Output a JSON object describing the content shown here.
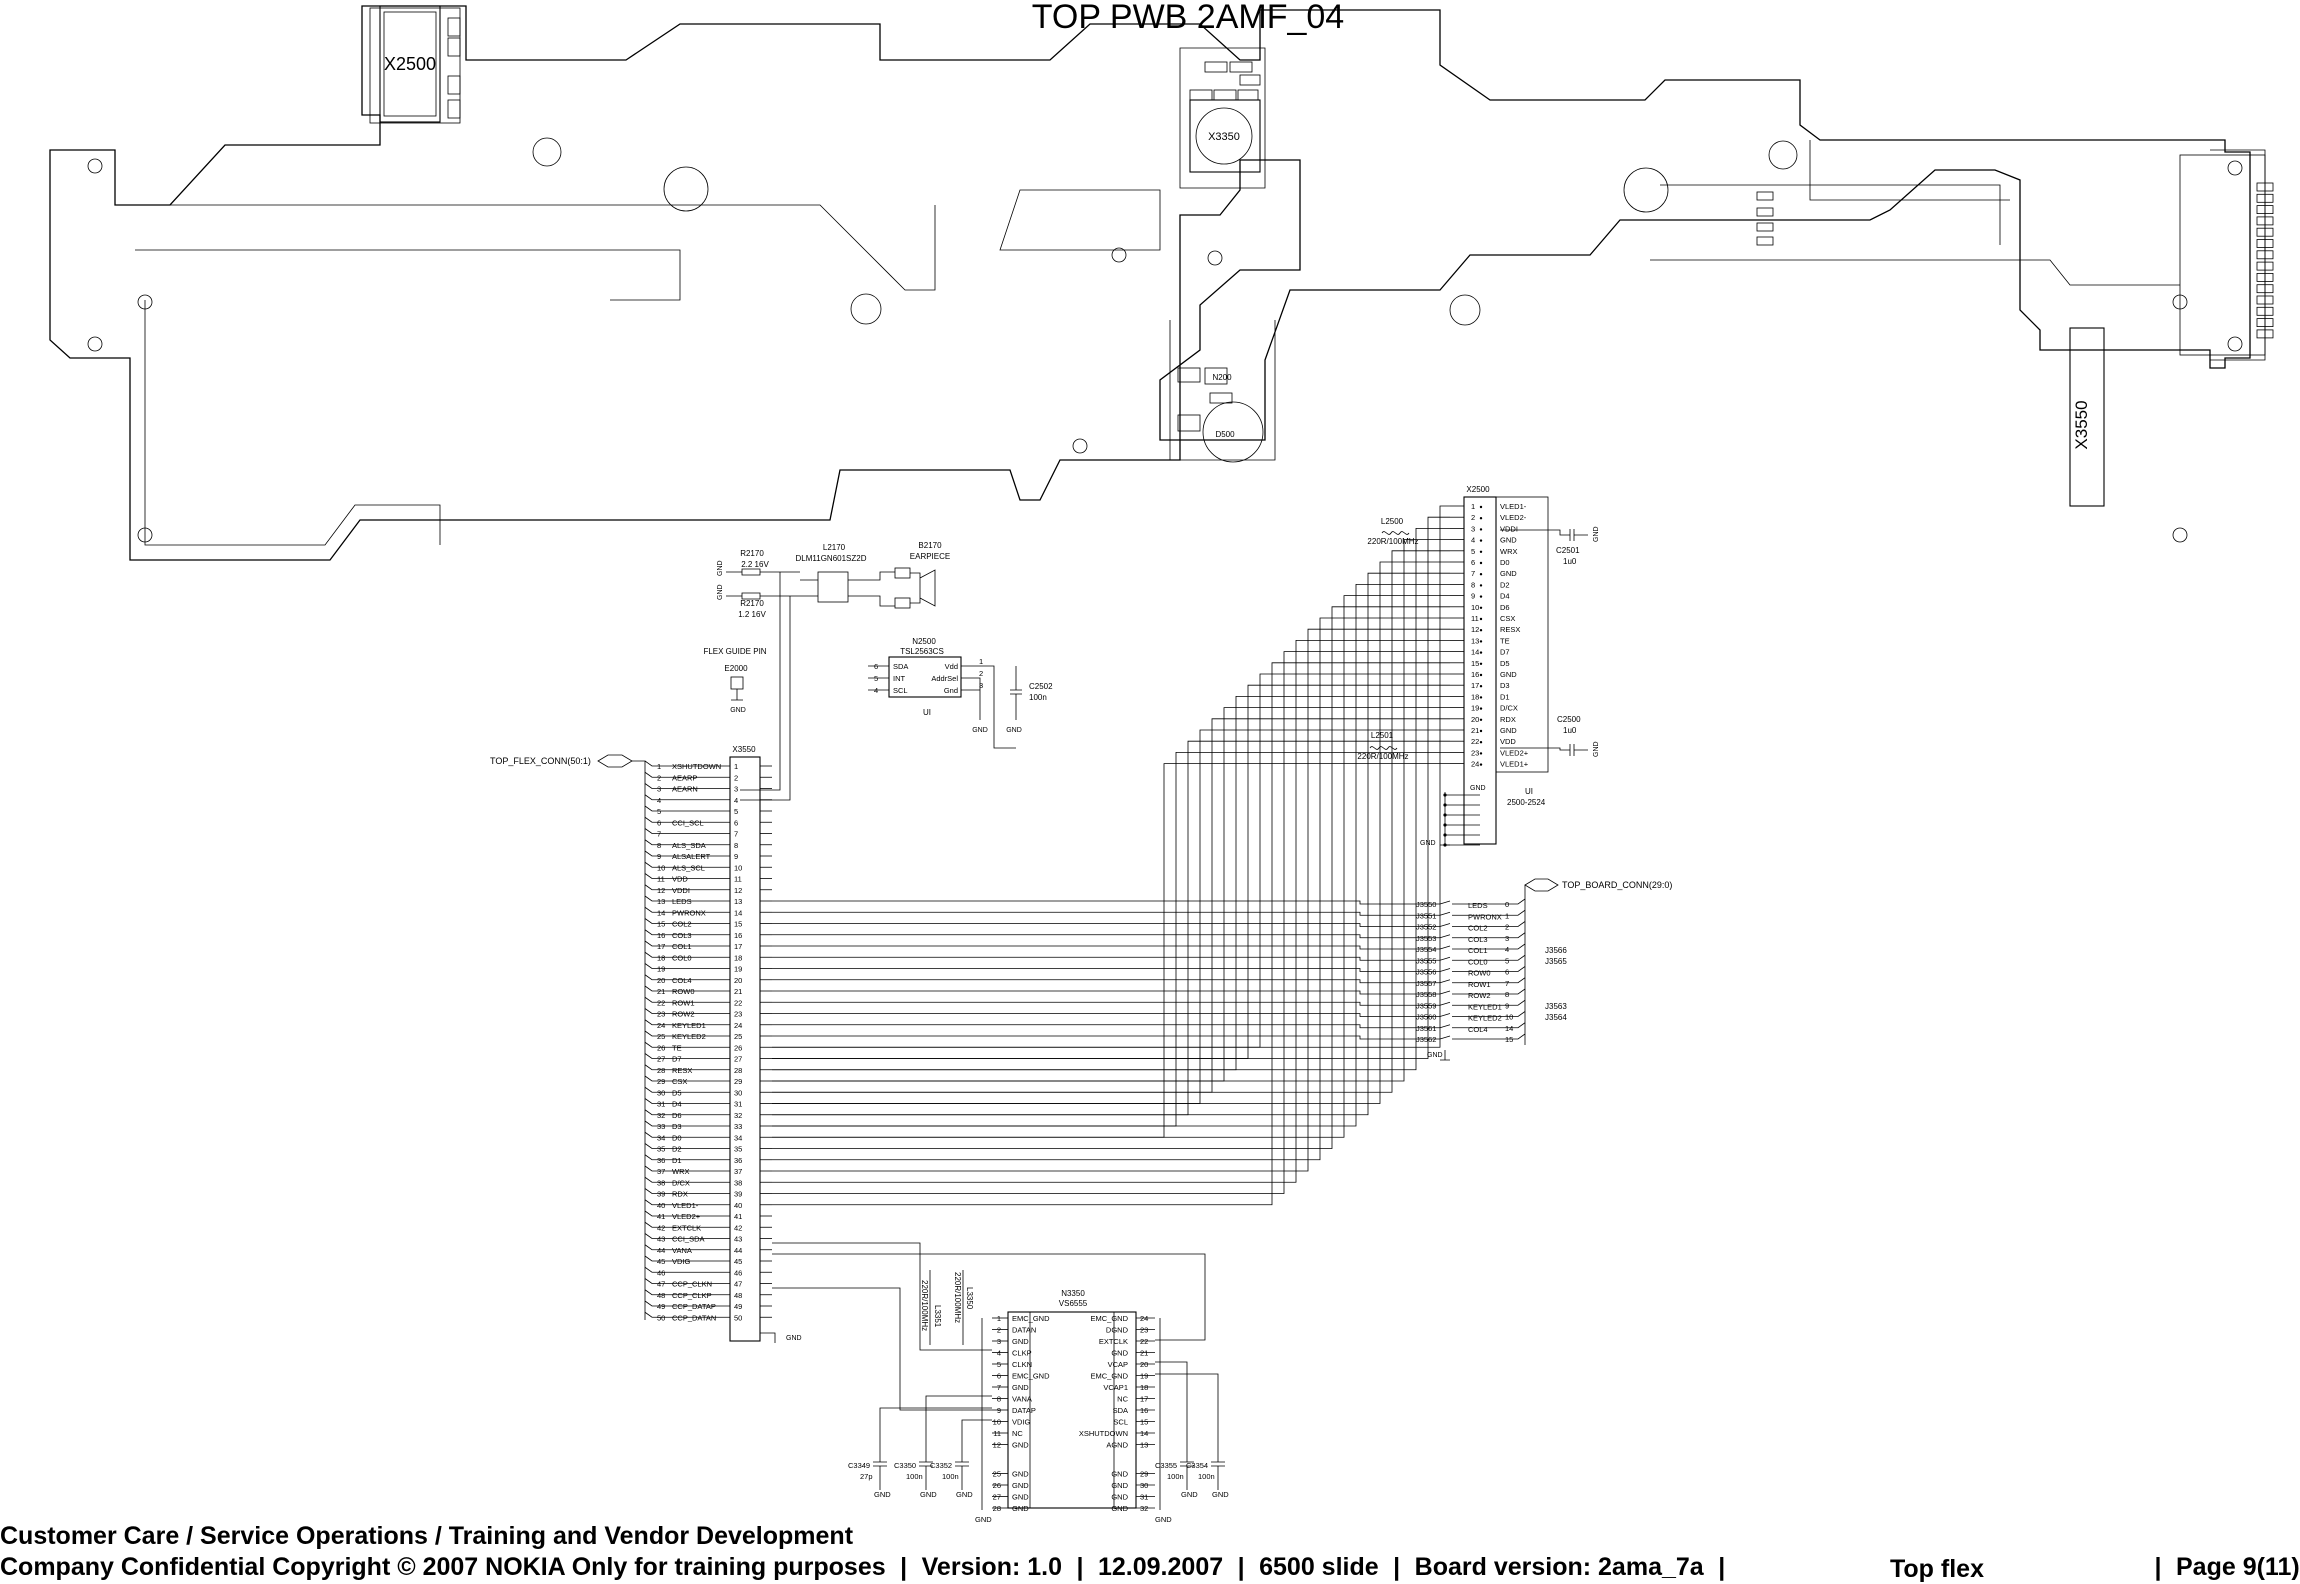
{
  "title": "TOP PWB 2AMF_04",
  "pwb_labels": {
    "x2500": "X2500",
    "x3550": "X3550",
    "x3350": "X3350",
    "d500": "D500",
    "n200": "N200"
  },
  "nets": {
    "flex_conn": "TOP_FLEX_CONN(50:1)",
    "board_conn": "TOP_BOARD_CONN(29:0)"
  },
  "components": {
    "r2170a": {
      "ref": "R2170",
      "value": "2.2 16V"
    },
    "r2170b": {
      "ref": "R2170",
      "value": "1.2 16V"
    },
    "l2170": {
      "ref": "L2170",
      "value": "DLM11GN601SZ2D"
    },
    "b2170": {
      "ref": "B2170",
      "value": "EARPIECE"
    },
    "flex_guide": {
      "label": "FLEX GUIDE PIN",
      "ref": "E2000",
      "gnd": "GND"
    },
    "n2500": {
      "ref": "N2500",
      "value": "TSL2563CS",
      "unit": "UI",
      "left_pins": [
        {
          "num": "6",
          "name": "SDA"
        },
        {
          "num": "5",
          "name": "INT"
        },
        {
          "num": "4",
          "name": "SCL"
        }
      ],
      "right_pins": [
        {
          "num": "1",
          "name": "Vdd"
        },
        {
          "num": "2",
          "name": "AddrSel"
        },
        {
          "num": "3",
          "name": "Gnd"
        }
      ]
    },
    "c2502": {
      "ref": "C2502",
      "value": "100n"
    },
    "x2500": {
      "ref": "X2500",
      "unit": "UI",
      "range": "2500-2524"
    },
    "l2500": {
      "ref": "L2500",
      "value": "220R/100MHz"
    },
    "l2501": {
      "ref": "L2501",
      "value": "220R/100MHz"
    },
    "c2501": {
      "ref": "C2501",
      "value": "1u0"
    },
    "c2500": {
      "ref": "C2500",
      "value": "1u0"
    },
    "x3550": {
      "ref": "X3550"
    },
    "n3350": {
      "ref": "N3350",
      "value": "VS6555"
    },
    "l3351": {
      "ref": "L3351",
      "value": "220R/100MHz"
    },
    "l3350": {
      "ref": "L3350",
      "value": "220R/100MHz"
    },
    "caps_bottom": [
      {
        "ref": "C3349",
        "value": "27p"
      },
      {
        "ref": "C3350",
        "value": "100n"
      },
      {
        "ref": "C3352",
        "value": "100n"
      },
      {
        "ref": "C3355",
        "value": "100n"
      },
      {
        "ref": "C3354",
        "value": "100n"
      }
    ]
  },
  "x2500_pins": [
    {
      "num": "1",
      "name": "VLED1-"
    },
    {
      "num": "2",
      "name": "VLED2-"
    },
    {
      "num": "3",
      "name": "VDDI"
    },
    {
      "num": "4",
      "name": "GND"
    },
    {
      "num": "5",
      "name": "WRX"
    },
    {
      "num": "6",
      "name": "D0"
    },
    {
      "num": "7",
      "name": "GND"
    },
    {
      "num": "8",
      "name": "D2"
    },
    {
      "num": "9",
      "name": "D4"
    },
    {
      "num": "10",
      "name": "D6"
    },
    {
      "num": "11",
      "name": "CSX"
    },
    {
      "num": "12",
      "name": "RESX"
    },
    {
      "num": "13",
      "name": "TE"
    },
    {
      "num": "14",
      "name": "D7"
    },
    {
      "num": "15",
      "name": "D5"
    },
    {
      "num": "16",
      "name": "GND"
    },
    {
      "num": "17",
      "name": "D3"
    },
    {
      "num": "18",
      "name": "D1"
    },
    {
      "num": "19",
      "name": "D/CX"
    },
    {
      "num": "20",
      "name": "RDX"
    },
    {
      "num": "21",
      "name": "GND"
    },
    {
      "num": "22",
      "name": "VDD"
    },
    {
      "num": "23",
      "name": "VLED2+"
    },
    {
      "num": "24",
      "name": "VLED1+"
    }
  ],
  "flex_signals": [
    {
      "num": "1",
      "name": "XSHUTDOWN"
    },
    {
      "num": "2",
      "name": "AEARP"
    },
    {
      "num": "3",
      "name": "AEARN"
    },
    {
      "num": "4",
      "name": ""
    },
    {
      "num": "5",
      "name": ""
    },
    {
      "num": "6",
      "name": "CCI_SCL"
    },
    {
      "num": "7",
      "name": ""
    },
    {
      "num": "8",
      "name": "ALS_SDA"
    },
    {
      "num": "9",
      "name": "ALSALERT"
    },
    {
      "num": "10",
      "name": "ALS_SCL"
    },
    {
      "num": "11",
      "name": "VDD"
    },
    {
      "num": "12",
      "name": "VDDI"
    },
    {
      "num": "13",
      "name": "LEDS"
    },
    {
      "num": "14",
      "name": "PWRONX"
    },
    {
      "num": "15",
      "name": "COL2"
    },
    {
      "num": "16",
      "name": "COL3"
    },
    {
      "num": "17",
      "name": "COL1"
    },
    {
      "num": "18",
      "name": "COL0"
    },
    {
      "num": "19",
      "name": ""
    },
    {
      "num": "20",
      "name": "COL4"
    },
    {
      "num": "21",
      "name": "ROW0"
    },
    {
      "num": "22",
      "name": "ROW1"
    },
    {
      "num": "23",
      "name": "ROW2"
    },
    {
      "num": "24",
      "name": "KEYLED1"
    },
    {
      "num": "25",
      "name": "KEYLED2"
    },
    {
      "num": "26",
      "name": "TE"
    },
    {
      "num": "27",
      "name": "D7"
    },
    {
      "num": "28",
      "name": "RESX"
    },
    {
      "num": "29",
      "name": "CSX"
    },
    {
      "num": "30",
      "name": "D5"
    },
    {
      "num": "31",
      "name": "D4"
    },
    {
      "num": "32",
      "name": "D6"
    },
    {
      "num": "33",
      "name": "D3"
    },
    {
      "num": "34",
      "name": "D0"
    },
    {
      "num": "35",
      "name": "D2"
    },
    {
      "num": "36",
      "name": "D1"
    },
    {
      "num": "37",
      "name": "WRX"
    },
    {
      "num": "38",
      "name": "D/CX"
    },
    {
      "num": "39",
      "name": "RDX"
    },
    {
      "num": "40",
      "name": "VLED1-"
    },
    {
      "num": "41",
      "name": "VLED2+"
    },
    {
      "num": "42",
      "name": "EXTCLK"
    },
    {
      "num": "43",
      "name": "CCI_SDA"
    },
    {
      "num": "44",
      "name": "VANA"
    },
    {
      "num": "45",
      "name": "VDIG"
    },
    {
      "num": "46",
      "name": ""
    },
    {
      "num": "47",
      "name": "CCP_CLKN"
    },
    {
      "num": "48",
      "name": "CCP_CLKP"
    },
    {
      "num": "49",
      "name": "CCP_DATAP"
    },
    {
      "num": "50",
      "name": "CCP_DATAN"
    }
  ],
  "board_signals": [
    {
      "ref": "J3550",
      "name": "LEDS",
      "num": "0"
    },
    {
      "ref": "J3551",
      "name": "PWRONX",
      "num": "1"
    },
    {
      "ref": "J3552",
      "name": "COL2",
      "num": "2"
    },
    {
      "ref": "J3553",
      "name": "COL3",
      "num": "3"
    },
    {
      "ref": "J3554",
      "name": "COL1",
      "num": "4"
    },
    {
      "ref": "J3555",
      "name": "COL0",
      "num": "5"
    },
    {
      "ref": "J3556",
      "name": "ROW0",
      "num": "6"
    },
    {
      "ref": "J3557",
      "name": "ROW1",
      "num": "7"
    },
    {
      "ref": "J3558",
      "name": "ROW2",
      "num": "8"
    },
    {
      "ref": "J3559",
      "name": "KEYLED1",
      "num": "9"
    },
    {
      "ref": "J3560",
      "name": "KEYLED2",
      "num": "10"
    },
    {
      "ref": "J3561",
      "name": "COL4",
      "num": "14"
    },
    {
      "ref": "J3562",
      "name": "",
      "num": "15"
    }
  ],
  "board_side_refs": [
    "J3566",
    "J3565",
    "J3563",
    "J3564"
  ],
  "n3350_left": [
    {
      "num": "1",
      "name": "EMC_GND"
    },
    {
      "num": "2",
      "name": "DATAN"
    },
    {
      "num": "3",
      "name": "GND"
    },
    {
      "num": "4",
      "name": "CLKP"
    },
    {
      "num": "5",
      "name": "CLKN"
    },
    {
      "num": "6",
      "name": "EMC_GND"
    },
    {
      "num": "7",
      "name": "GND"
    },
    {
      "num": "8",
      "name": "VANA"
    },
    {
      "num": "9",
      "name": "DATAP"
    },
    {
      "num": "10",
      "name": "VDIG"
    },
    {
      "num": "11",
      "name": "NC"
    },
    {
      "num": "12",
      "name": "GND"
    },
    {
      "num": "25",
      "name": "GND"
    },
    {
      "num": "26",
      "name": "GND"
    },
    {
      "num": "27",
      "name": "GND"
    },
    {
      "num": "28",
      "name": "GND"
    }
  ],
  "n3350_right": [
    {
      "num": "24",
      "name": "EMC_GND"
    },
    {
      "num": "23",
      "name": "DGND"
    },
    {
      "num": "22",
      "name": "EXTCLK"
    },
    {
      "num": "21",
      "name": "GND"
    },
    {
      "num": "20",
      "name": "VCAP"
    },
    {
      "num": "19",
      "name": "EMC_GND"
    },
    {
      "num": "18",
      "name": "VCAP1"
    },
    {
      "num": "17",
      "name": "NC"
    },
    {
      "num": "16",
      "name": "SDA"
    },
    {
      "num": "15",
      "name": "SCL"
    },
    {
      "num": "14",
      "name": "XSHUTDOWN"
    },
    {
      "num": "13",
      "name": "AGND"
    },
    {
      "num": "29",
      "name": "GND"
    },
    {
      "num": "30",
      "name": "GND"
    },
    {
      "num": "31",
      "name": "GND"
    },
    {
      "num": "32",
      "name": "GND"
    }
  ],
  "gnd": "GND",
  "footer": {
    "line1": "Customer Care / Service Operations / Training and Vendor Development",
    "copyright": "Company Confidential Copyright © 2007 NOKIA Only for training purposes",
    "version": "Version: 1.0",
    "date": "12.09.2007",
    "product": "6500 slide",
    "board": "Board version: 2ama_7a",
    "sheet": "Top flex",
    "page": "Page 9(11)",
    "separator": "|"
  }
}
